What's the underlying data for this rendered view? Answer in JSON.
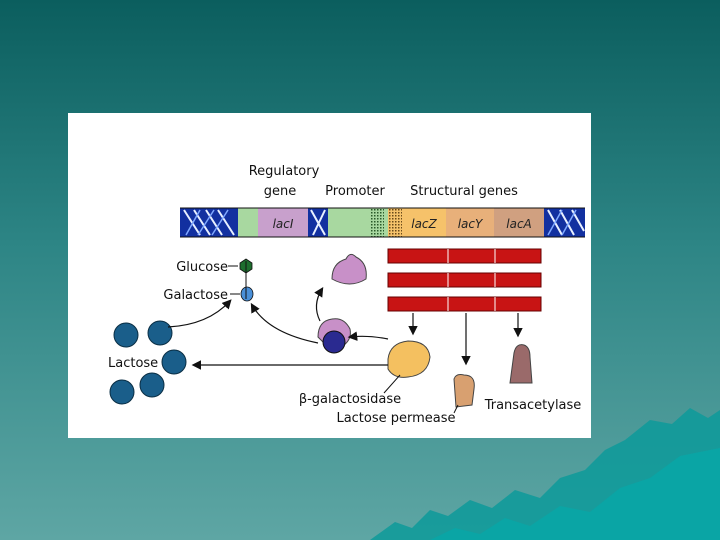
{
  "labels": {
    "regulatory_gene_line1": "Regulatory",
    "regulatory_gene_line2": "gene",
    "promoter": "Promoter",
    "structural_genes": "Structural genes",
    "glucose": "Glucose",
    "galactose": "Galactose",
    "lactose": "Lactose",
    "beta_galactosidase": "β-galactosidase",
    "lactose_permease": "Lactose permease",
    "transacetylase": "Transacetylase"
  },
  "genes": {
    "lacI": "lacI",
    "lacZ": "lacZ",
    "lacY": "lacY",
    "lacA": "lacA"
  },
  "colors": {
    "background_top": "#0b5e5e",
    "background_bottom": "#5ea6a4",
    "lacI": "#c8a0cc",
    "promoter": "#a8d8a0",
    "lacZ": "#f6c26a",
    "lacY": "#e8b07a",
    "lacA": "#d0a080",
    "mrna": "#c81414",
    "repressor": "#c890c8",
    "beta_galactosidase": "#f4c060",
    "lactose": "#1a5e8a",
    "glucose": "#1e6e2e",
    "galactose": "#4a90d9",
    "permease": "#d8a070",
    "transacetylase": "#9a6a6a"
  }
}
